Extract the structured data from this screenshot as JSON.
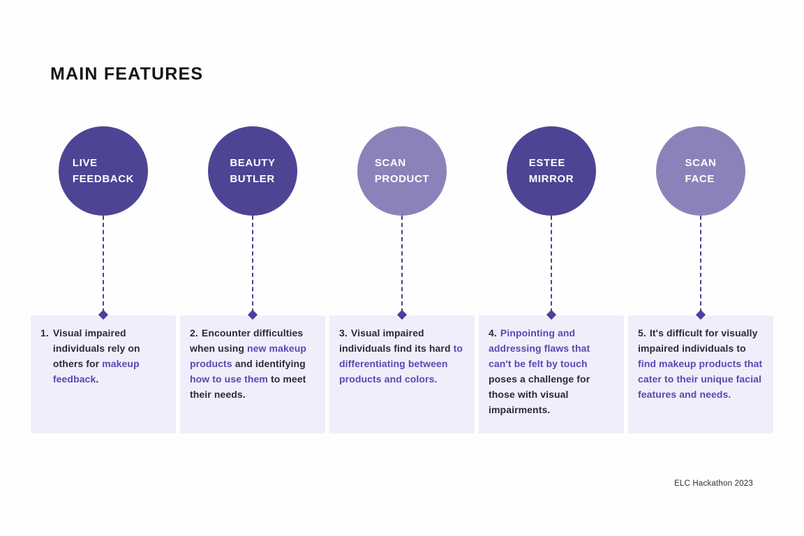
{
  "title": "MAIN FEATURES",
  "footer": "ELC Hackathon 2023",
  "colors": {
    "dark_circle": "#4e4494",
    "light_circle": "#8a83ba",
    "connector": "#4a4198",
    "card_background": "#efeffb",
    "dark_text": "#2d2938",
    "purple_text": "#5848b2",
    "page_background": "#fefefe"
  },
  "features": [
    {
      "circle_label": "LIVE\nFEEDBACK",
      "circle_variant": "dark",
      "number": "1.",
      "segments": [
        {
          "t": "Visual impaired individuals rely on others for ",
          "c": "dark"
        },
        {
          "t": "makeup feedback",
          "c": "purple"
        },
        {
          "t": ".",
          "c": "dark"
        }
      ]
    },
    {
      "circle_label": "BEAUTY\nBUTLER",
      "circle_variant": "dark",
      "number": "2.",
      "segments": [
        {
          "t": "Encounter difficulties when using ",
          "c": "dark"
        },
        {
          "t": "new makeup products",
          "c": "purple"
        },
        {
          "t": " and identifying ",
          "c": "dark"
        },
        {
          "t": "how to use them",
          "c": "purple"
        },
        {
          "t": " to meet their needs.",
          "c": "dark"
        }
      ]
    },
    {
      "circle_label": "SCAN\nPRODUCT",
      "circle_variant": "light",
      "number": "3.",
      "segments": [
        {
          "t": "Visual impaired individuals find its hard ",
          "c": "dark"
        },
        {
          "t": "to differentiating between products and colors.",
          "c": "purple"
        }
      ]
    },
    {
      "circle_label": "ESTEE\nMIRROR",
      "circle_variant": "dark",
      "number": "4.",
      "segments": [
        {
          "t": "Pinpointing and addressing flaws that can't be felt by touch",
          "c": "purple"
        },
        {
          "t": " poses a challenge for those with visual impairments.",
          "c": "dark"
        }
      ]
    },
    {
      "circle_label": "SCAN\nFACE",
      "circle_variant": "light",
      "number": "5.",
      "segments": [
        {
          "t": "It's difficult for visually impaired individuals to ",
          "c": "dark"
        },
        {
          "t": "find makeup products that cater to their unique facial features and needs.",
          "c": "purple"
        }
      ]
    }
  ]
}
